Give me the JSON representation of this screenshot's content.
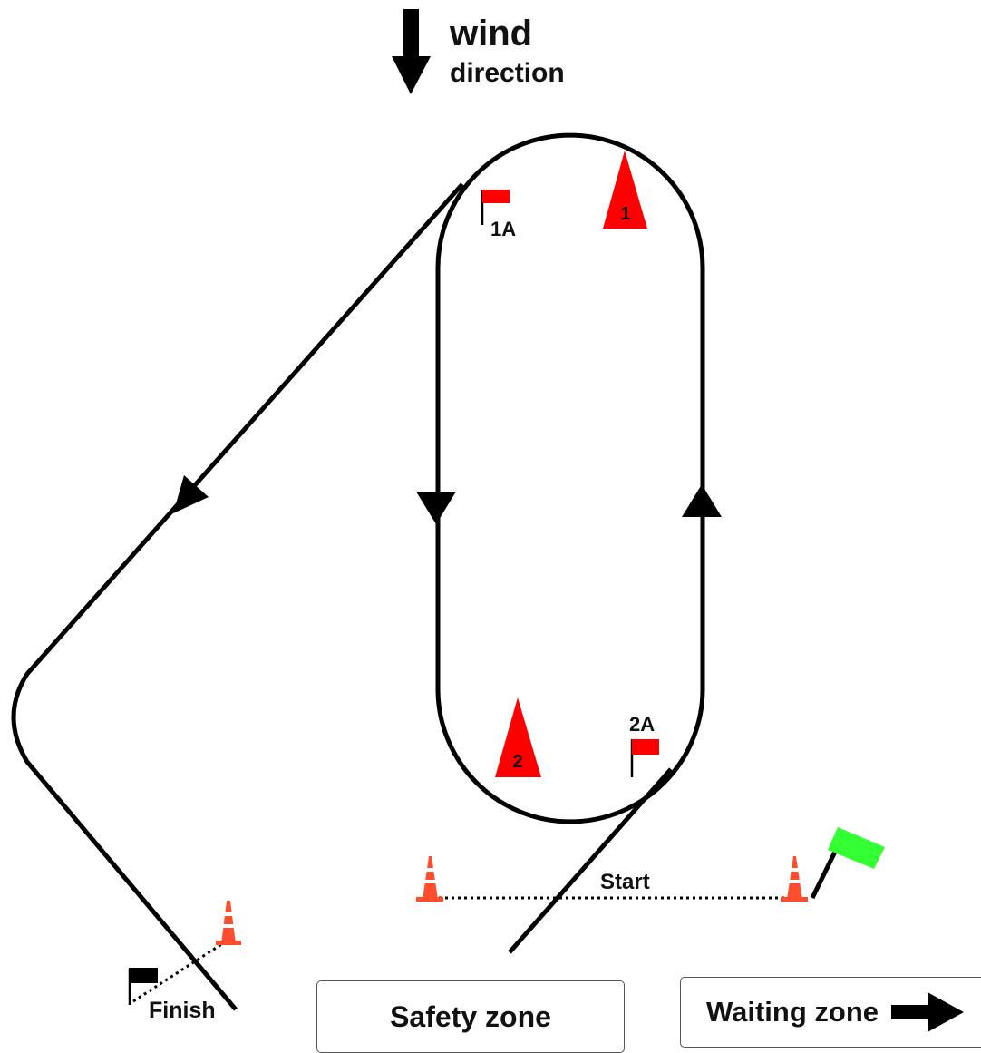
{
  "wind": {
    "word": "wind",
    "direction": "direction"
  },
  "marks": {
    "mark1": "1",
    "mark2": "2",
    "flag1a": "1A",
    "flag2a": "2A"
  },
  "lines": {
    "start": "Start",
    "finish": "Finish"
  },
  "zones": {
    "safety": "Safety zone",
    "waiting": "Waiting zone"
  },
  "colors": {
    "course_line": "#000000",
    "mark": "#ff0000",
    "start_flag": "#33ff33",
    "finish_flag": "#000000"
  },
  "icons": [
    "wind-arrow-icon",
    "traffic-cone-icon",
    "flag-icon",
    "arrow-right-icon"
  ]
}
